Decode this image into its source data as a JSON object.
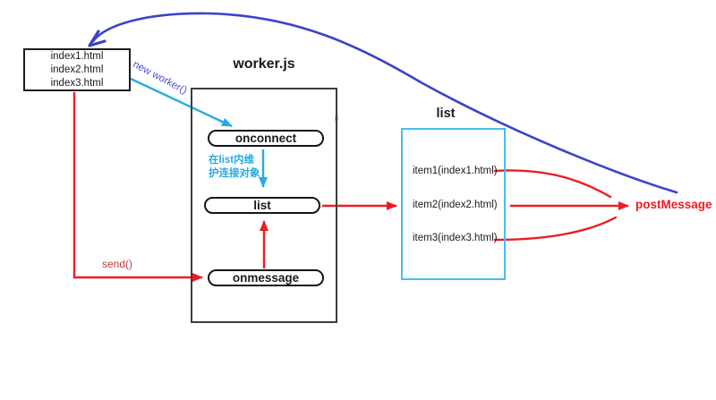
{
  "diagram": {
    "clients_box": {
      "lines": [
        "index1.html",
        "index2.html",
        "index3.html"
      ]
    },
    "worker": {
      "title": "worker.js",
      "nodes": {
        "onconnect": "onconnect",
        "list": "list",
        "onmessage": "onmessage"
      },
      "note_line1": "在list内维",
      "note_line2": "护连接对象"
    },
    "labels": {
      "new_worker": "new worker()",
      "send": "send()",
      "post_message": "postMessage"
    },
    "list_panel": {
      "title": "list",
      "items": [
        "item1(index1.html)",
        "item2(index2.html)",
        "item3(index3.html)"
      ]
    },
    "colors": {
      "blue": "#3b43c9",
      "cyan": "#29abe2",
      "panel_border": "#45bdf0",
      "red": "#ed1c24",
      "send_red": "#c23a40"
    }
  }
}
